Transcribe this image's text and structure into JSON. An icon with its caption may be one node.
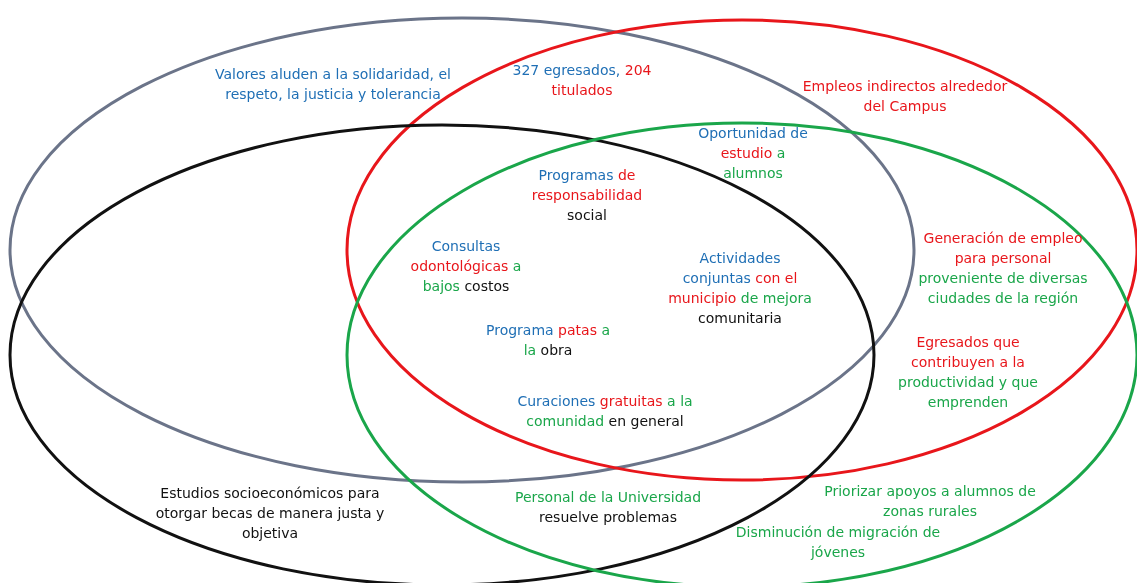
{
  "diagram": {
    "nodes": [
      {
        "text": [],
        "shape": "ellipse"
      },
      {
        "text": [],
        "shape": "ellipse"
      },
      {
        "text": [],
        "shape": "ellipse"
      },
      {
        "text": [],
        "shape": "ellipse"
      }
    ],
    "labels": [
      "Valores aluden a la solidaridad, el respeto, la justicia y tolerancia",
      "327 egresados, 204 titulados",
      "Empleos indirectos alrededor del Campus",
      "Oportunidad de estudio a alumnos",
      "Programas de responsabilidad social",
      "Consultas odontológicas a bajos costos",
      "Actividades conjuntas con el municipio de mejora comunitaria",
      "Programa patas a la obra",
      "Curaciones gratuitas a la comunidad en general",
      "Generación de empleo para personal proveniente de diversas ciudades de la región",
      "Egresados que contribuyen a la productividad y que emprenden",
      "Estudios socioeconómicos para otorgar becas de manera justa y objetiva",
      "Personal de la Universidad resuelve problemas",
      "Priorizar apoyos a alumnos de zonas rurales",
      "Disminución de migración de jóvenes"
    ]
  }
}
